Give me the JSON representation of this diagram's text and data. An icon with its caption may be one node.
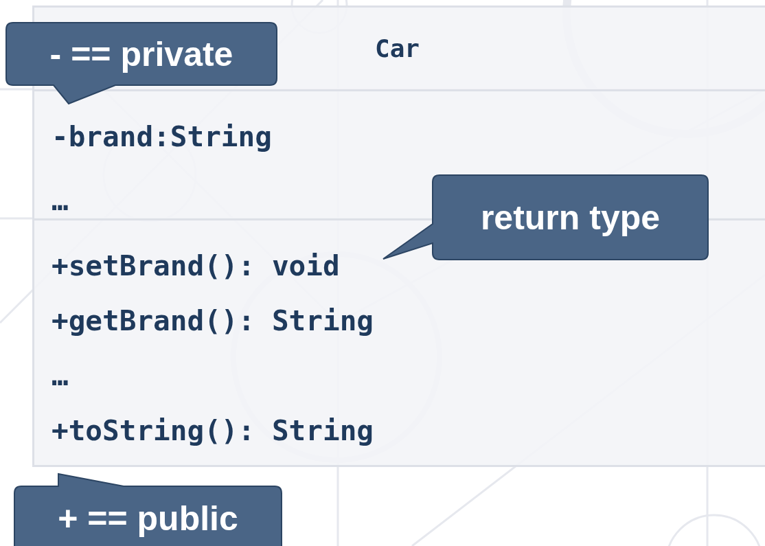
{
  "diagram": {
    "nodes": [
      {
        "text": [],
        "shape": "box"
      },
      {
        "text": [
          "Car"
        ],
        "in": 0
      },
      {
        "text": [
          "-brand:String",
          "…"
        ],
        "in": 0
      },
      {
        "text": [
          "+setBrand(): void",
          "+getBrand(): String",
          "…",
          "+toString(): String"
        ],
        "in": 0
      },
      {
        "text": [
          "- == private"
        ]
      },
      {
        "text": [
          "return type"
        ],
        "in": 0
      },
      {
        "text": [
          "+ == public"
        ]
      }
    ],
    "edges": []
  }
}
